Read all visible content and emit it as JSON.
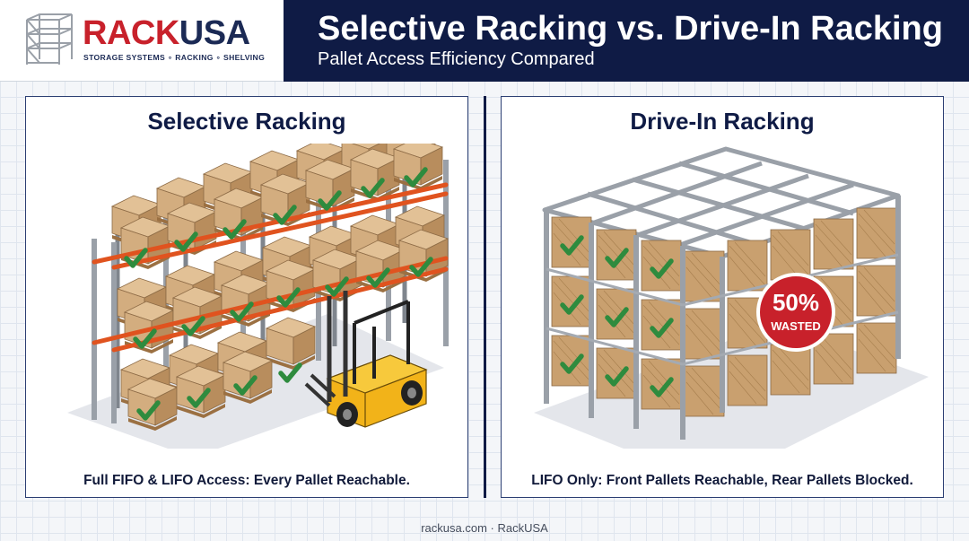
{
  "brand": {
    "name_part1": "RACK",
    "name_part2": "USA",
    "tagline": "STORAGE SYSTEMS ∘ RACKING ∘ SHELVING",
    "icon": "rack-frame-icon",
    "colors": {
      "red": "#c8212b",
      "navy": "#1b2a55"
    }
  },
  "header": {
    "title": "Selective Racking vs. Drive-In Racking",
    "subtitle": "Pallet Access Efficiency Compared",
    "background": "#0f1b45"
  },
  "panels": {
    "selective": {
      "title": "Selective Racking",
      "caption": "Full FIFO & LIFO Access: Every Pallet Reachable.",
      "illustration": "selective-rack-with-forklift",
      "icons": [
        "checkmark-icon",
        "forklift-icon"
      ]
    },
    "drivein": {
      "title": "Drive-In Racking",
      "caption": "LIFO Only: Front Pallets Reachable, Rear Pallets Blocked.",
      "badge": {
        "value": "50%",
        "label": "WASTED",
        "color": "#c8212b"
      },
      "illustration": "drive-in-rack-block",
      "icons": [
        "checkmark-icon"
      ]
    }
  },
  "footer": {
    "text": "rackusa.com · RackUSA"
  },
  "colors": {
    "check_green": "#2e8b3e",
    "beam_orange": "#e0531f",
    "box_tan": "#d3ad7f",
    "upright_gray": "#8a8f97",
    "forklift_yellow": "#f2b319"
  }
}
